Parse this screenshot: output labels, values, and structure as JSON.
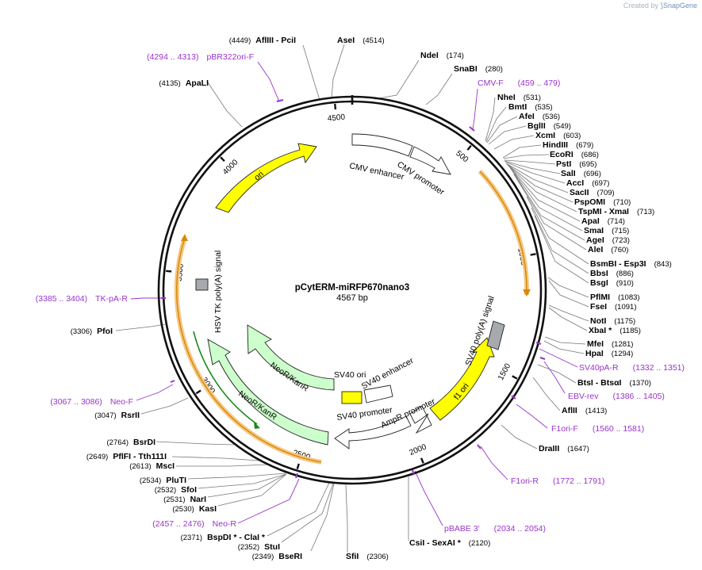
{
  "credit": {
    "prefix": "Created by",
    "brand": "SnapGene"
  },
  "plasmid": {
    "name": "pCytERM-miRFP670nano3",
    "size_label": "4567 bp",
    "length": 4567
  },
  "ticks": [
    "500",
    "1000",
    "1500",
    "2000",
    "2500",
    "3000",
    "3500",
    "4000",
    "4500"
  ],
  "features": [
    {
      "label": "CMV enhancer",
      "color": "#ffffff"
    },
    {
      "label": "CMV promoter",
      "color": "#ffffff"
    },
    {
      "label": "SV40 poly(A) signal",
      "color": "#aaaaaa"
    },
    {
      "label": "f1 ori",
      "color": "#ffff00"
    },
    {
      "label": "AmpR promoter",
      "color": "#ffffff"
    },
    {
      "label": "SV40 promoter",
      "color": "#ffffff"
    },
    {
      "label": "SV40 ori",
      "color": "#ffff00"
    },
    {
      "label": "SV40 enhancer",
      "color": "#ffffff"
    },
    {
      "label": "NeoR/KanR",
      "color": "#ccffcc"
    },
    {
      "label": "NeoR/KanR",
      "color": "#ccffcc"
    },
    {
      "label": "HSV TK poly(A) signal",
      "color": "#aaaaaa"
    },
    {
      "label": "ori",
      "color": "#ffff00"
    }
  ],
  "sites": [
    {
      "name": "NdeI",
      "pos": "(174)"
    },
    {
      "name": "SnaBI",
      "pos": "(280)"
    },
    {
      "name": "NheI",
      "pos": "(531)"
    },
    {
      "name": "BmtI",
      "pos": "(535)"
    },
    {
      "name": "AfeI",
      "pos": "(536)"
    },
    {
      "name": "BglII",
      "pos": "(549)"
    },
    {
      "name": "XcmI",
      "pos": "(603)"
    },
    {
      "name": "HindIII",
      "pos": "(679)"
    },
    {
      "name": "EcoRI",
      "pos": "(686)"
    },
    {
      "name": "PstI",
      "pos": "(695)"
    },
    {
      "name": "SalI",
      "pos": "(696)"
    },
    {
      "name": "AccI",
      "pos": "(697)"
    },
    {
      "name": "SacII",
      "pos": "(709)"
    },
    {
      "name": "PspOMI",
      "pos": "(710)"
    },
    {
      "name": "TspMI - XmaI",
      "pos": "(713)"
    },
    {
      "name": "ApaI",
      "pos": "(714)"
    },
    {
      "name": "SmaI",
      "pos": "(715)"
    },
    {
      "name": "AgeI",
      "pos": "(723)"
    },
    {
      "name": "AleI",
      "pos": "(760)"
    },
    {
      "name": "BsmBI - Esp3I",
      "pos": "(843)"
    },
    {
      "name": "BbsI",
      "pos": "(886)"
    },
    {
      "name": "BsgI",
      "pos": "(910)"
    },
    {
      "name": "PflMI",
      "pos": "(1083)"
    },
    {
      "name": "FseI",
      "pos": "(1091)"
    },
    {
      "name": "NotI",
      "pos": "(1175)"
    },
    {
      "name": "XbaI *",
      "pos": "(1185)"
    },
    {
      "name": "MfeI",
      "pos": "(1281)"
    },
    {
      "name": "HpaI",
      "pos": "(1294)"
    },
    {
      "name": "BtsI - BtsαI",
      "pos": "(1370)"
    },
    {
      "name": "AflII",
      "pos": "(1413)"
    },
    {
      "name": "DraIII",
      "pos": "(1647)"
    },
    {
      "name": "CsiI - SexAI *",
      "pos": "(2120)"
    },
    {
      "name": "SfiI",
      "pos": "(2306)"
    },
    {
      "name": "BseRI",
      "pos": "(2349)"
    },
    {
      "name": "StuI",
      "pos": "(2352)"
    },
    {
      "name": "BspDI * - ClaI *",
      "pos": "(2371)"
    },
    {
      "name": "KasI",
      "pos": "(2530)"
    },
    {
      "name": "NarI",
      "pos": "(2531)"
    },
    {
      "name": "SfoI",
      "pos": "(2532)"
    },
    {
      "name": "PluTI",
      "pos": "(2534)"
    },
    {
      "name": "MscI",
      "pos": "(2613)"
    },
    {
      "name": "PflFI - Tth111I",
      "pos": "(2649)"
    },
    {
      "name": "BsrDI",
      "pos": "(2764)"
    },
    {
      "name": "RsrII",
      "pos": "(3047)"
    },
    {
      "name": "PfoI",
      "pos": "(3306)"
    },
    {
      "name": "ApaLI",
      "pos": "(4135)"
    },
    {
      "name": "AflIII - PciI",
      "pos": "(4449)"
    },
    {
      "name": "AseI",
      "pos": "(4514)"
    }
  ],
  "primers": [
    {
      "name": "CMV-F",
      "range": "(459 .. 479)"
    },
    {
      "name": "SV40pA-R",
      "range": "(1332 .. 1351)"
    },
    {
      "name": "EBV-rev",
      "range": "(1386 .. 1405)"
    },
    {
      "name": "F1ori-F",
      "range": "(1560 .. 1581)"
    },
    {
      "name": "F1ori-R",
      "range": "(1772 .. 1791)"
    },
    {
      "name": "pBABE 3'",
      "range": "(2034 .. 2054)"
    },
    {
      "name": "Neo-R",
      "range": "(2457 .. 2476)"
    },
    {
      "name": "Neo-F",
      "range": "(3067 .. 3086)"
    },
    {
      "name": "TK-pA-R",
      "range": "(3385 .. 3404)"
    },
    {
      "name": "pBR322ori-F",
      "range": "(4294 .. 4313)"
    }
  ],
  "colors": {
    "backbone": "#000000",
    "primer": "#9933cc",
    "orf_highlight": "#f5c98a",
    "orf_arrow": "#e08a00"
  }
}
